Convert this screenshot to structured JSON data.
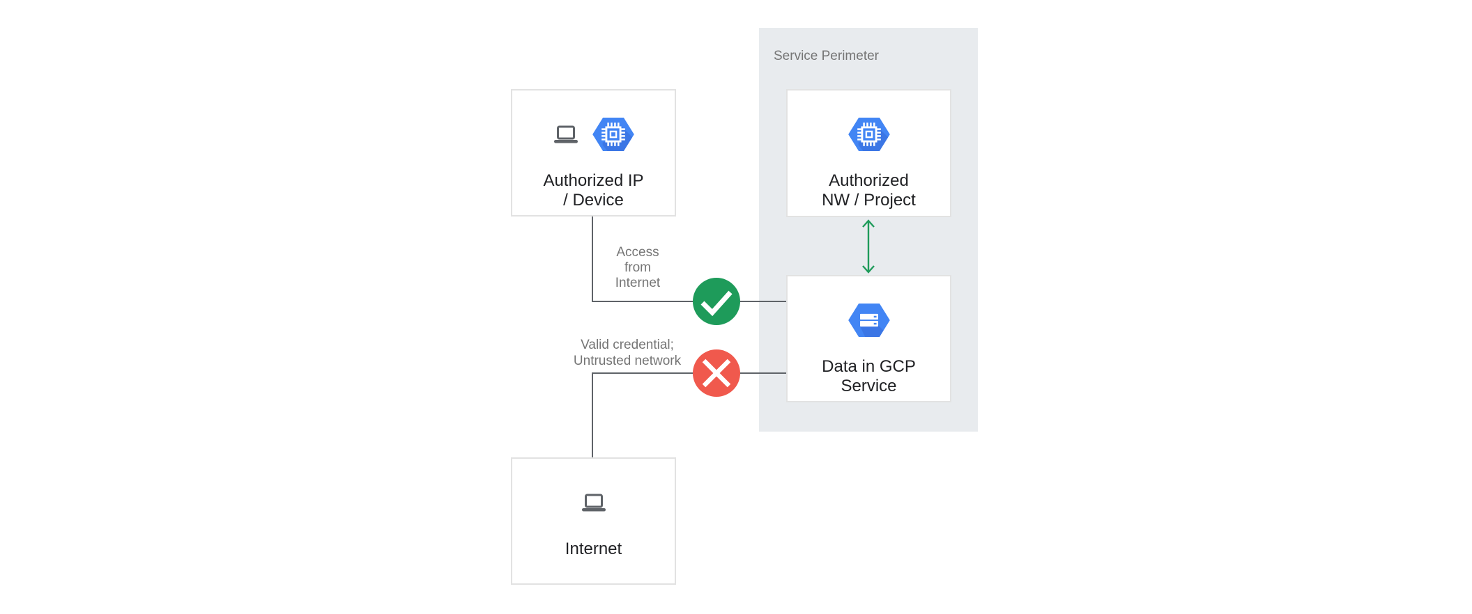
{
  "diagram": {
    "perimeter": {
      "label": "Service Perimeter"
    },
    "nodes": {
      "ip_device": {
        "label": "Authorized IP\n/ Device",
        "icons": [
          "laptop-icon",
          "compute-engine-icon"
        ]
      },
      "nw_project": {
        "label": "Authorized\nNW / Project",
        "icons": [
          "compute-engine-icon"
        ]
      },
      "data_gcp": {
        "label": "Data in GCP\nService",
        "icons": [
          "cloud-storage-icon"
        ]
      },
      "internet": {
        "label": "Internet",
        "icons": [
          "laptop-icon"
        ]
      }
    },
    "edge_labels": {
      "access": "Access\nfrom\nInternet",
      "credential": "Valid credential;\nUntrusted network"
    },
    "badges": {
      "allowed": "check-icon",
      "denied": "x-icon"
    }
  },
  "colors": {
    "gcp_blue": "#4285F4",
    "gcp_blue_shadow": "#3367D6",
    "green": "#1E9B5A",
    "red": "#F0594D",
    "perimeter_bg": "#E8EBEE",
    "line": "#5F6368",
    "text_dark": "#202124",
    "text_gray": "#757575",
    "box_border": "#E2E2E2",
    "icon_gray": "#5F6368"
  }
}
